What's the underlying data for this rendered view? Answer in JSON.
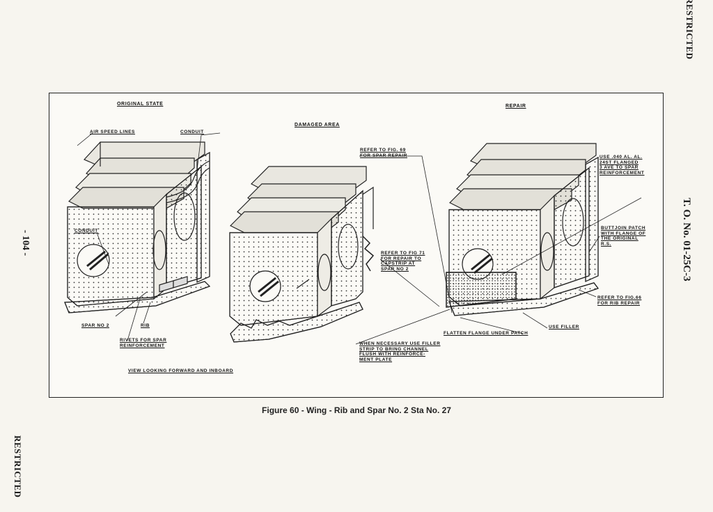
{
  "margin": {
    "restricted_top": "RESTRICTED",
    "to_number": "T. O. No. 01-25C-3",
    "page_number": "- 104 -",
    "restricted_bottom": "RESTRICTED"
  },
  "figure": {
    "caption": "Figure 60 - Wing - Rib and Spar No. 2 Sta  No. 27",
    "panels": {
      "original_state": {
        "title": "Original State",
        "labels": {
          "air_speed_lines": "Air Speed Lines",
          "conduit_top": "Conduit",
          "conduit_mid": "Conduit",
          "spar_no_2": "Spar No 2",
          "rib": "Rib",
          "rivets": "Rivets for Spar\nReinforcement",
          "view": "View Looking Forward and Inboard"
        }
      },
      "damaged_area": {
        "title": "Damaged Area"
      },
      "repair": {
        "title": "Repair",
        "labels": {
          "refer_fig69": "Refer to Fig. 69\nfor Spar Repair",
          "refer_fig71": "Refer to Fig 71\nfor Repair to\nCapstrip at\nSpar No 2",
          "use_040": "Use .040 al. al.\n24ST Flanged\n3 Ave to Spar\nReinforcement",
          "buttjoin": "Buttjoin Patch\nwith Flange of\nthe Original\nR.S.",
          "refer_fig66": "Refer to Fig.66\nfor Rib Repair",
          "use_filler": "Use Filler",
          "flatten": "Flatten Flange Under Patch",
          "when_necessary": "When Necessary Use Filler\nStrip to Bring Channel\nFlush with Reinforce-\nment Plate"
        }
      }
    }
  }
}
